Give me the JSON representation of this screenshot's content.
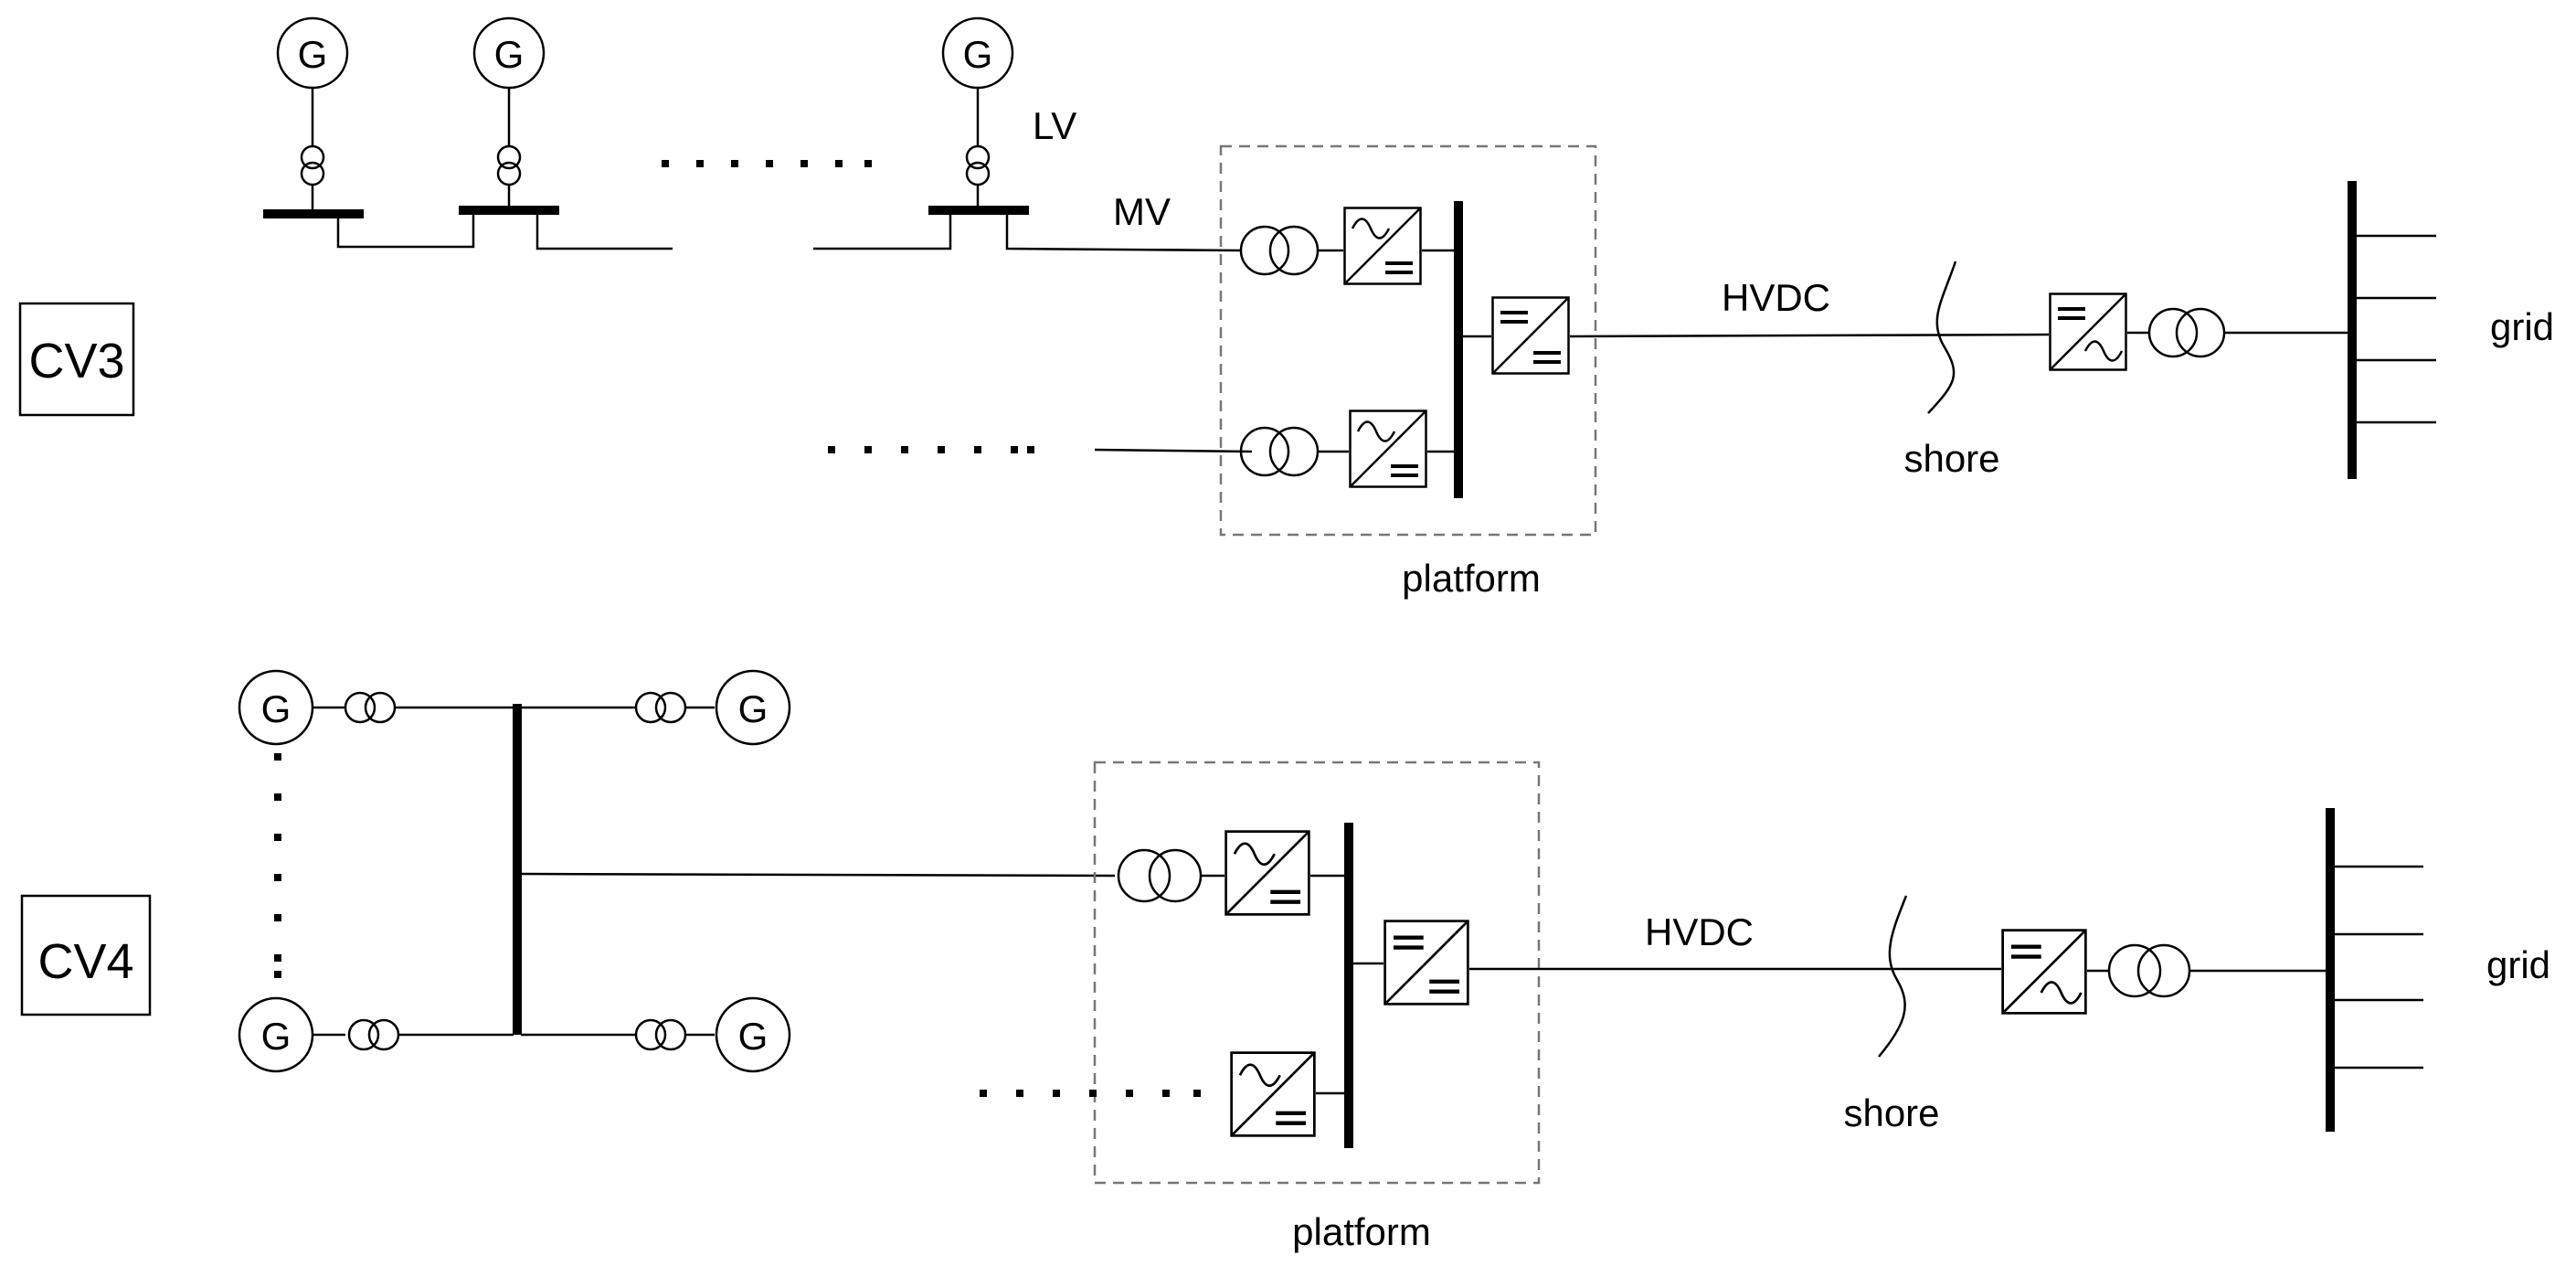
{
  "diagram": {
    "cv3": {
      "label": "CV3",
      "generator_letter": "G",
      "lv_label": "LV",
      "mv_label": "MV",
      "hvdc_label": "HVDC",
      "shore_label": "shore",
      "grid_label": "grid",
      "platform_label": "platform"
    },
    "cv4": {
      "label": "CV4",
      "generator_letter": "G",
      "hvdc_label": "HVDC",
      "shore_label": "shore",
      "grid_label": "grid",
      "platform_label": "platform"
    },
    "colors": {
      "line": "#000000",
      "platform_border": "#777777",
      "background": "#ffffff"
    }
  }
}
